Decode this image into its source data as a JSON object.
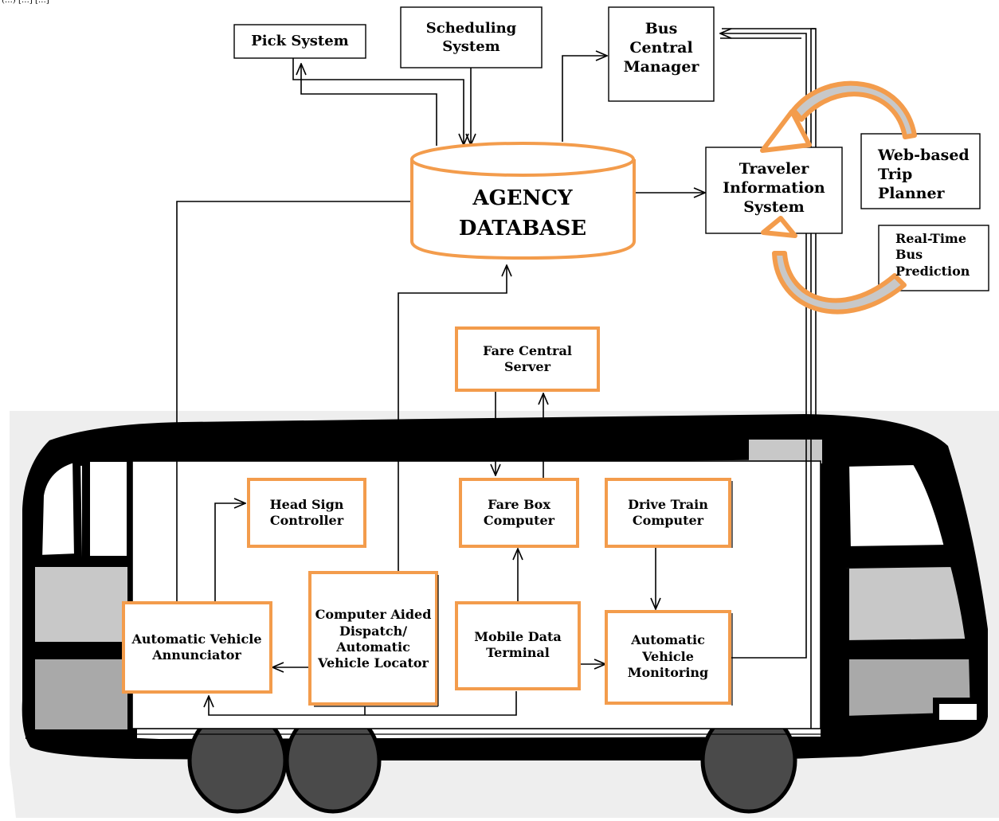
{
  "header_fragment": "(…) […] […]",
  "colors": {
    "orange": "#f39c4c",
    "bus_body": "#000000",
    "window_gray": "#c8c8c8",
    "panel_gray": "#a9a9a9",
    "wheel": "#4a4a4a",
    "halo": "#eeeeee"
  },
  "nodes": {
    "pick_system": "Pick System",
    "scheduling_system": "Scheduling System",
    "bus_central_manager": "Bus Central Manager",
    "agency_database": "AGENCY DATABASE",
    "traveler_information_system": "Traveler Information System",
    "web_based_trip_planner": "Web-based Trip Planner",
    "real_time_bus_prediction": "Real-Time Bus Prediction",
    "fare_central_server": "Fare Central Server",
    "head_sign_controller": "Head Sign Controller",
    "fare_box_computer": "Fare Box Computer",
    "drive_train_computer": "Drive Train Computer",
    "automatic_vehicle_annunciator": "Automatic Vehicle Annunciator",
    "cad_avl": "Computer Aided Dispatch/ Automatic Vehicle Locator",
    "mobile_data_terminal": "Mobile Data Terminal",
    "automatic_vehicle_monitoring": "Automatic Vehicle Monitoring"
  }
}
